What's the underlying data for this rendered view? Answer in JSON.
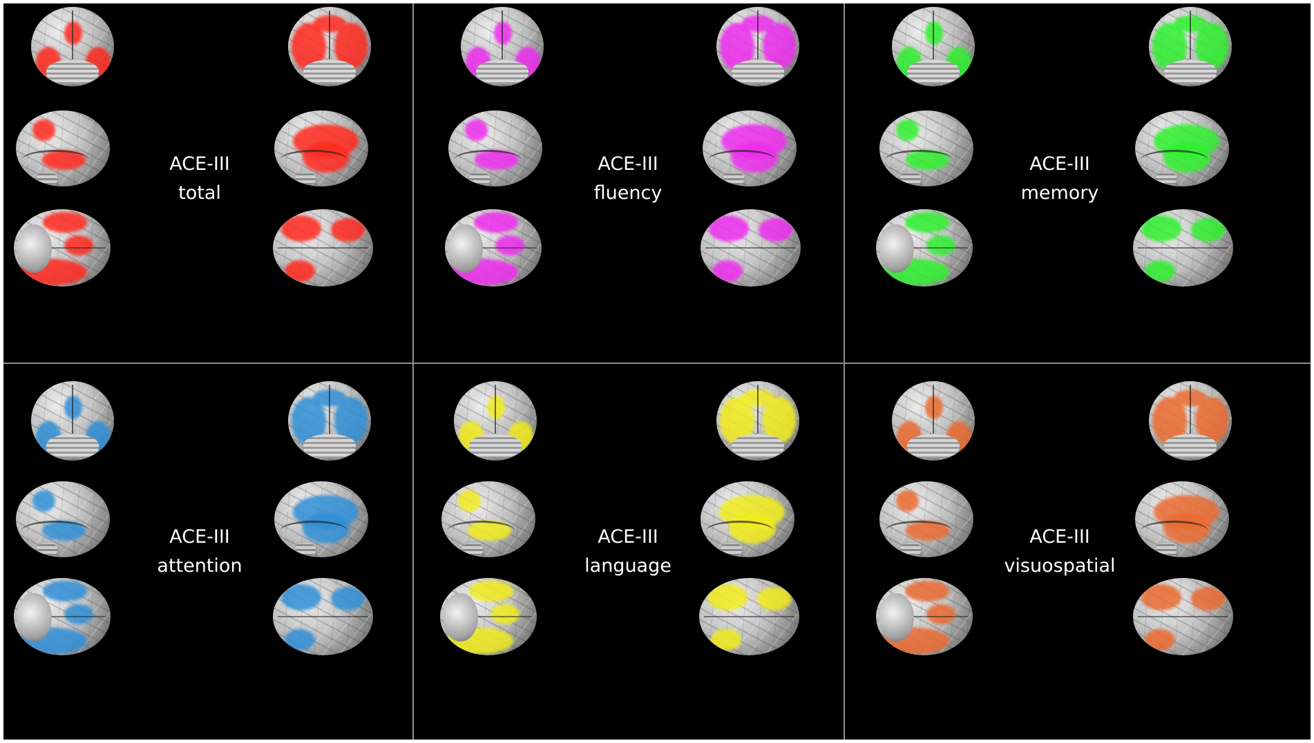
{
  "panels": [
    {
      "title": "ACE-III",
      "measure": "total",
      "highlight_color": "#ff2a1f"
    },
    {
      "title": "ACE-III",
      "measure": "fluency",
      "highlight_color": "#ee2cee"
    },
    {
      "title": "ACE-III",
      "measure": "memory",
      "highlight_color": "#2ef02e"
    },
    {
      "title": "ACE-III",
      "measure": "attention",
      "highlight_color": "#2f8fd6"
    },
    {
      "title": "ACE-III",
      "measure": "language",
      "highlight_color": "#f1ec1c"
    },
    {
      "title": "ACE-III",
      "measure": "visuospatial",
      "highlight_color": "#ea6a30"
    }
  ],
  "background_color": "#000000",
  "divider_color": "#8f8f8f",
  "brain_views": [
    "front-left",
    "front-right",
    "lateral-left",
    "lateral-right",
    "inferior",
    "superior"
  ]
}
